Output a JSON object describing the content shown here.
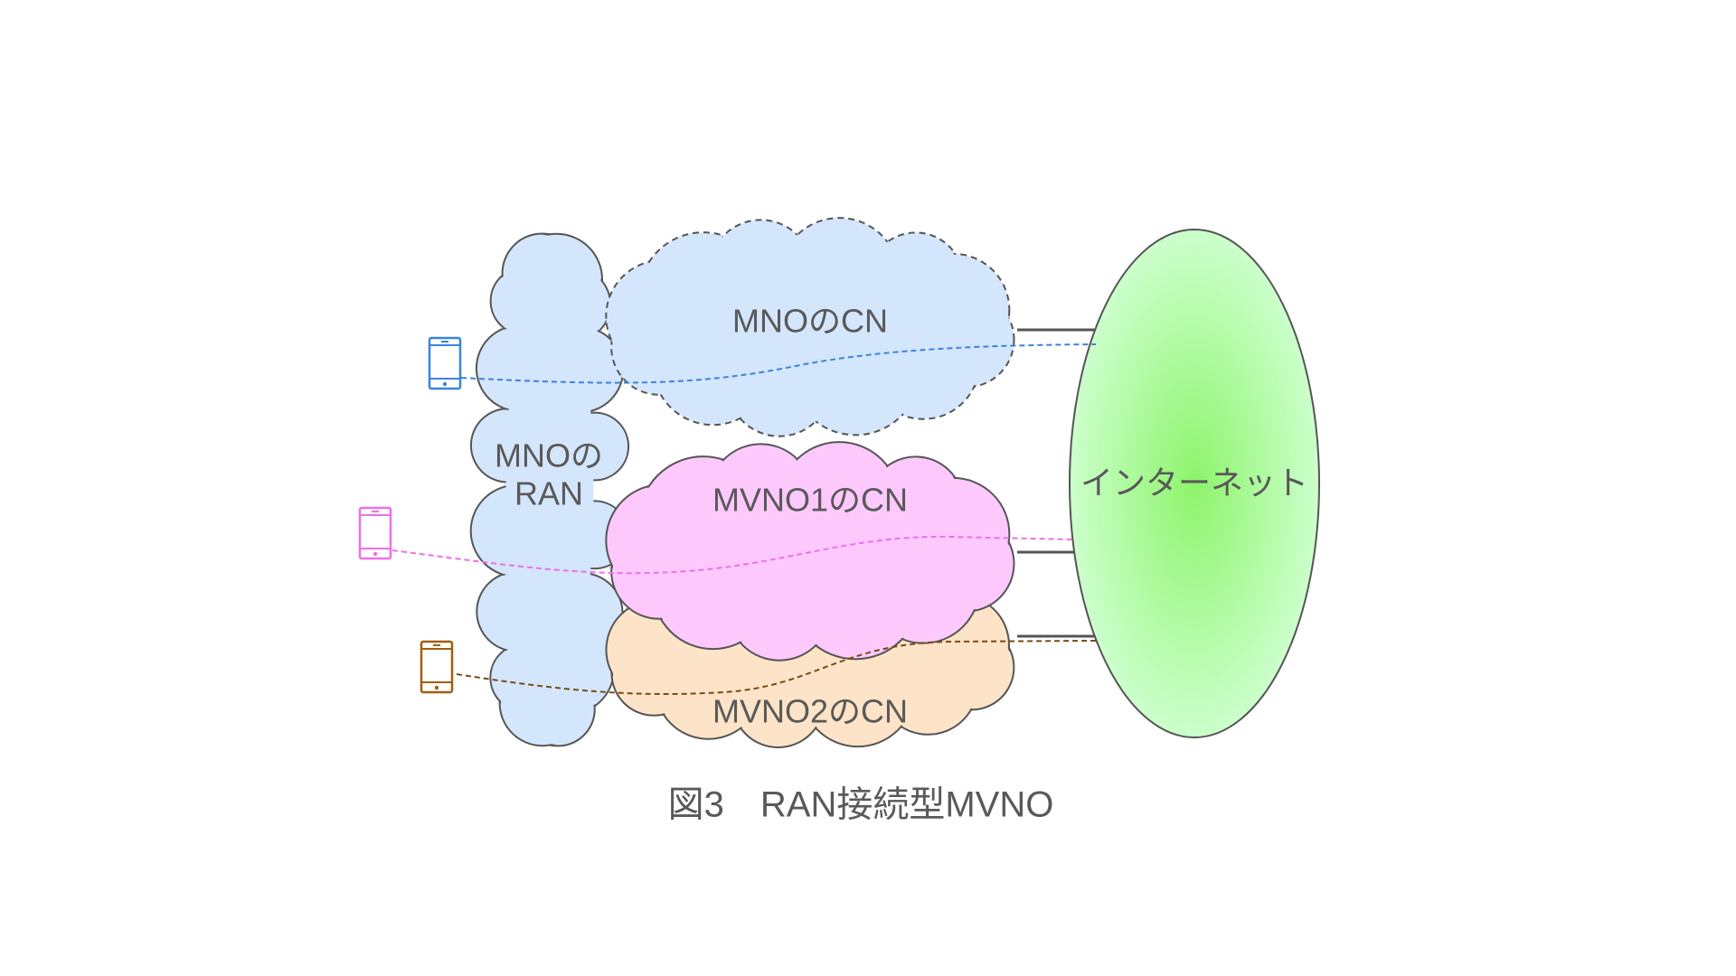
{
  "labels": {
    "mno_ran_line1": "MNOの",
    "mno_ran_line2": "RAN",
    "mno_cn": "MNOのCN",
    "mvno1_cn": "MVNO1のCN",
    "mvno2_cn": "MVNO2のCN",
    "internet": "インターネット"
  },
  "caption": "図3　RAN接続型MVNO",
  "colors": {
    "ran_fill": "#d4e6fc",
    "mno_cn_fill": "#d4e6fc",
    "mvno1_fill": "#fdc9fd",
    "mvno2_fill": "#fde4c8",
    "outline": "#555555",
    "internet_center": "#8ef46c",
    "internet_edge": "#ccffcc",
    "phone_blue": "#3a83e0",
    "phone_pink": "#ee6fe9",
    "phone_brown": "#a0600c"
  }
}
